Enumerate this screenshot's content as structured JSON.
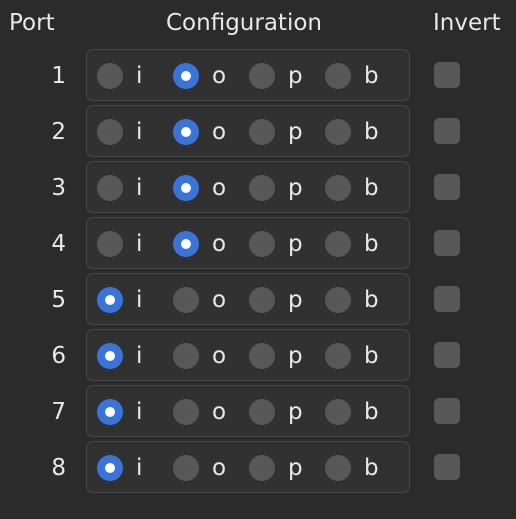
{
  "header": {
    "port": "Port",
    "configuration": "Configuration",
    "invert": "Invert"
  },
  "option_labels": [
    "i",
    "o",
    "p",
    "b"
  ],
  "ports": [
    {
      "number": "1",
      "selected": "o",
      "invert": false
    },
    {
      "number": "2",
      "selected": "o",
      "invert": false
    },
    {
      "number": "3",
      "selected": "o",
      "invert": false
    },
    {
      "number": "4",
      "selected": "o",
      "invert": false
    },
    {
      "number": "5",
      "selected": "i",
      "invert": false
    },
    {
      "number": "6",
      "selected": "i",
      "invert": false
    },
    {
      "number": "7",
      "selected": "i",
      "invert": false
    },
    {
      "number": "8",
      "selected": "i",
      "invert": false
    }
  ],
  "colors": {
    "background": "#2b2b2b",
    "radio_selected": "#3a74d8",
    "radio_unselected": "#585858",
    "group_border": "#474747"
  }
}
